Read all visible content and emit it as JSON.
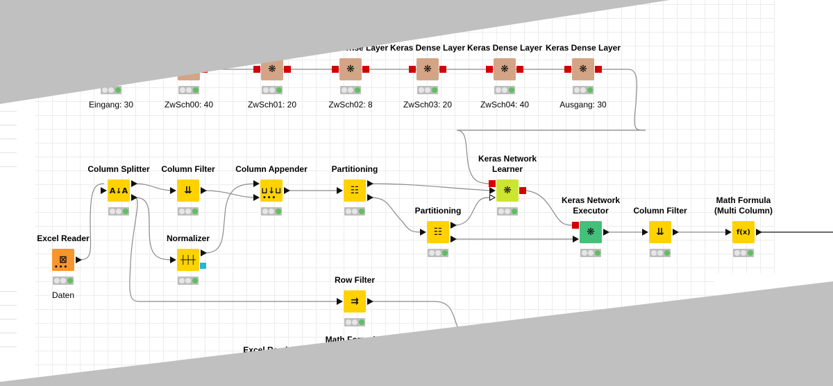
{
  "top_row": [
    {
      "title": "Keras Dense Layer",
      "label": "Eingang: 30"
    },
    {
      "title": "Keras Dense Layer",
      "label": "ZwSch00: 40"
    },
    {
      "title": "Keras Dense Layer",
      "label": "ZwSch01: 20"
    },
    {
      "title": "Keras Dense Layer",
      "label": "ZwSch02: 8"
    },
    {
      "title": "Keras Dense Layer",
      "label": "ZwSch03: 20"
    },
    {
      "title": "Keras Dense Layer",
      "label": "ZwSch04: 40"
    },
    {
      "title": "Keras Dense Layer",
      "label": "Ausgang: 30"
    }
  ],
  "nodes": {
    "excel_reader": {
      "title": "Excel Reader",
      "label": "Daten",
      "icon": "excel-icon"
    },
    "column_splitter": {
      "title": "Column Splitter",
      "icon": "column-splitter-icon"
    },
    "column_filter": {
      "title": "Column Filter",
      "icon": "column-filter-icon"
    },
    "normalizer": {
      "title": "Normalizer",
      "icon": "normalizer-icon"
    },
    "column_appender": {
      "title": "Column Appender",
      "icon": "column-appender-icon"
    },
    "partitioning1": {
      "title": "Partitioning",
      "icon": "partition-icon"
    },
    "row_filter": {
      "title": "Row Filter",
      "icon": "row-filter-icon"
    },
    "partitioning2": {
      "title": "Partitioning",
      "icon": "partition-icon"
    },
    "keras_learner": {
      "title_line1": "Keras Network",
      "title_line2": "Learner",
      "icon": "neural-network-icon"
    },
    "keras_executor": {
      "title_line1": "Keras Network",
      "title_line2": "Executor",
      "icon": "neural-network-icon"
    },
    "column_filter2": {
      "title": "Column Filter",
      "icon": "column-filter-icon"
    },
    "math_formula_multi": {
      "title_line1": "Math Formula",
      "title_line2": "(Multi Column)",
      "icon_text": "f(x)"
    },
    "excel_reader2": {
      "title": "Excel Reader"
    },
    "math_formula": {
      "title": "Math Formula"
    }
  },
  "colors": {
    "manipulator": "#ffd200",
    "source": "#f7952e",
    "keras_layer": "#d3a586",
    "learner": "#cde530",
    "predictor": "#43c07a",
    "port_red": "#d40000",
    "status_green": "#5fbf5f",
    "overlay": "#c0c0c0"
  }
}
